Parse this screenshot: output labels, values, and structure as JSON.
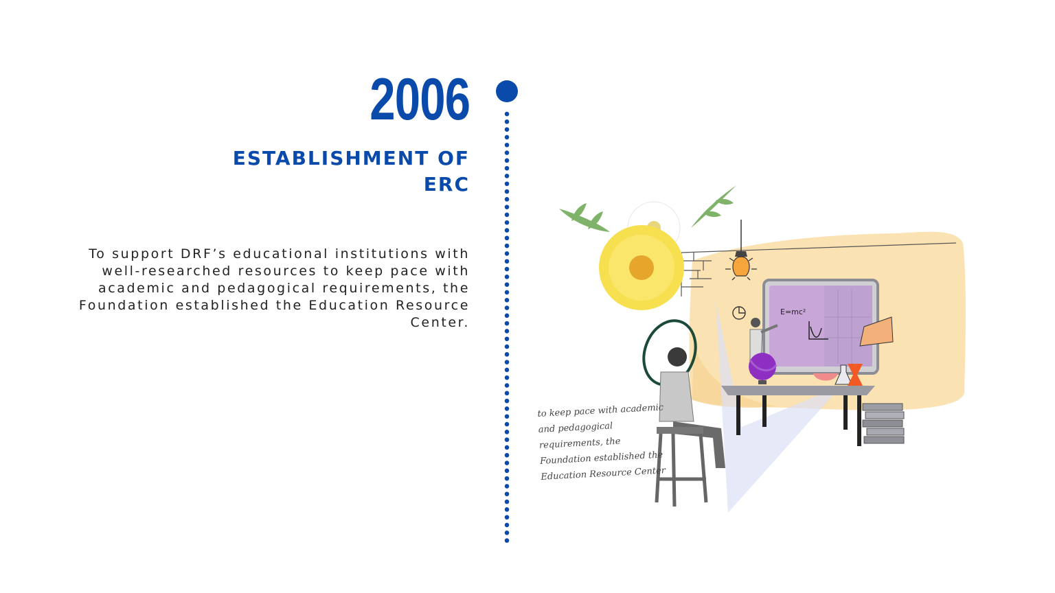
{
  "milestone": {
    "year": "2006",
    "title": "ESTABLISHMENT OF ERC",
    "description": "To support DRF’s educational institutions with well-researched resources to keep pace with academic and pedagogical requirements, the Foundation established the Education Resource Center.",
    "handwritten_note": "to keep pace with academic and pedagogical requirements, the Foundation established the Education Resource Center"
  },
  "colors": {
    "accent": "#0a4aab",
    "text": "#222222",
    "background": "#ffffff",
    "wash": "#fbdfaa"
  },
  "icons": {
    "timeline_dot": "filled-circle",
    "timeline_line": "dotted-vertical-line"
  }
}
